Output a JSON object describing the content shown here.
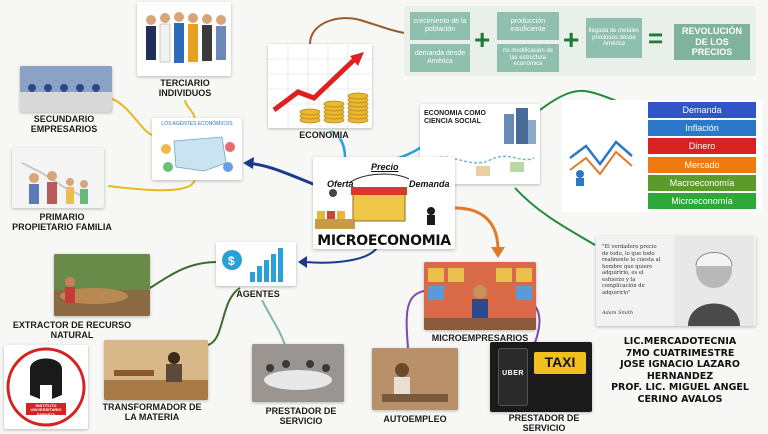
{
  "center": {
    "title": "MICROECONOMIA",
    "precio": "Precio",
    "oferta": "Oferta",
    "demanda": "Demanda"
  },
  "nodes": {
    "terciario": "TERCIARIO\nINDIVIDUOS",
    "secundario": "SECUNDARIO\nEMPRESARIOS",
    "primario": "PRIMARIO\nPROPIETARIO FAMILIA",
    "economia": "ECONOMIA",
    "economia_ciencia": "ECONOMIA COMO\nCIENCIA SOCIAL",
    "agentes": "AGENTES",
    "agentes_slide": "LOS AGENTES ECONÓMICOS",
    "extractor": "EXTRACTOR DE RECURSO\nNATURAL",
    "transformador": "TRANSFORMADOR DE\nLA MATERIA",
    "prestador": "PRESTADOR DE\nSERVICIO",
    "microempresarios": "MICROEMPRESARIOS",
    "autoempleo": "AUTOEMPLEO",
    "prestador2": "PRESTADOR DE SERVICIO",
    "taxi": "TAXI",
    "uber": "UBER"
  },
  "revolucion": {
    "crecimiento": "crecimiento de la población",
    "demanda_america": "demanda desde América",
    "produccion": "producción insuficiente",
    "no_modificacion": "no modificación de las estructura económica",
    "llegada": "llegada de metales preciosos desde América",
    "resultado": "REVOLUCIÓN DE LOS PRECIOS"
  },
  "categories": [
    {
      "label": "Demanda",
      "color": "#2f55c8"
    },
    {
      "label": "Inflación",
      "color": "#2b78c8"
    },
    {
      "label": "Dinero",
      "color": "#d82222"
    },
    {
      "label": "Mercado",
      "color": "#f07a12"
    },
    {
      "label": "Macroeconomía",
      "color": "#5b9b2a"
    },
    {
      "label": "Microeconomía",
      "color": "#2fa83a"
    }
  ],
  "quote": {
    "text": "\"El verdadero precio de todo, lo que todo realmente le cuesta al hombre que quiere adquirirlo, es el esfuerzo y la complicación de adquirirlo\"",
    "author": "Adam Smith"
  },
  "logo": {
    "text": "INSTITUTO UNIVERSITARIO ESPARTA"
  },
  "credits": {
    "line1": "LIC.MERCADOTECNIA",
    "line2": "7MO CUATRIMESTRE",
    "line3": "JOSE IGNACIO LAZARO",
    "line4": "HERNANDEZ",
    "line5": "PROF. LIC. MIGUEL ANGEL",
    "line6": "CERINO AVALOS"
  },
  "colors": {
    "navy": "#1b3a8c",
    "orange": "#e07a28",
    "yellow": "#e8b820",
    "green": "#1f8a3a",
    "teal": "#7fb8a4",
    "olive": "#3d6b2a",
    "purple": "#7b4bb0",
    "sky": "#2aa0d8",
    "brown": "#9a5a2a"
  }
}
